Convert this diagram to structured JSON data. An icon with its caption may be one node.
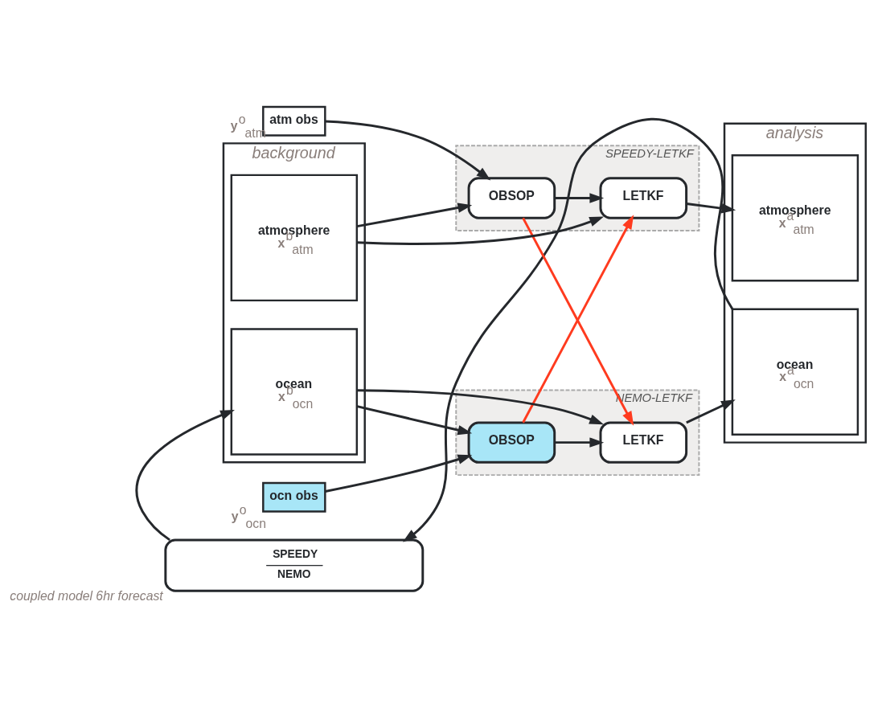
{
  "diagram": {
    "nodes": [
      {
        "text": [
          "background"
        ]
      },
      {
        "text": [
          "atmosphere",
          "**x**$^{b}$$_{atm}$"
        ],
        "in": 0
      },
      {
        "text": [
          "ocean",
          "**x**$^{b}$$_{ocn}$"
        ],
        "in": 0
      },
      {
        "text": [
          "atm obs"
        ],
        "beside": [
          "**y**$^{o}$$_{atm}$"
        ]
      },
      {
        "text": [
          "SPEEDY-LETKF"
        ]
      },
      {
        "text": [
          "OBSOP"
        ],
        "in": 4
      },
      {
        "text": [
          "LETKF"
        ],
        "in": 4
      },
      {
        "text": [
          "NEMO-LETKF"
        ]
      },
      {
        "text": [
          "OBSOP"
        ],
        "in": 7
      },
      {
        "text": [
          "LETKF"
        ],
        "in": 7
      },
      {
        "text": [
          "ocn obs"
        ],
        "beside": [
          "**y**$^{o}$$_{ocn}$"
        ]
      },
      {
        "text": [
          "analysis"
        ]
      },
      {
        "text": [
          "atmosphere",
          "**x**$^{a}$$_{atm}$"
        ],
        "in": 11
      },
      {
        "text": [
          "ocean",
          "**x**$^{a}$$_{ocn}$"
        ],
        "in": 11
      },
      {
        "text": [
          "SPEEDY",
          "NEMO"
        ],
        "beside": [
          "coupled model 6hr forecast"
        ]
      }
    ],
    "edges": [
      {
        "from": 3,
        "to": 5,
        "arrow": "to"
      },
      {
        "from": 1,
        "to": 5,
        "arrow": "to"
      },
      {
        "from": 5,
        "to": 6,
        "arrow": "to"
      },
      {
        "from": 1,
        "to": 6,
        "arrow": "to"
      },
      {
        "from": 5,
        "to": 9,
        "arrow": "to",
        "color": "#ff3b1f"
      },
      {
        "from": 8,
        "to": 6,
        "arrow": "to",
        "color": "#ff3b1f"
      },
      {
        "from": 2,
        "to": 9,
        "arrow": "to"
      },
      {
        "from": 2,
        "to": 8,
        "arrow": "to"
      },
      {
        "from": 8,
        "to": 9,
        "arrow": "to"
      },
      {
        "from": 10,
        "to": 8,
        "arrow": "to"
      },
      {
        "from": 6,
        "to": 12,
        "arrow": "to"
      },
      {
        "from": 9,
        "to": 13,
        "arrow": "to"
      },
      {
        "from": 13,
        "to": 14,
        "arrow": "to"
      },
      {
        "from": 14,
        "to": 2,
        "arrow": "to"
      }
    ]
  }
}
